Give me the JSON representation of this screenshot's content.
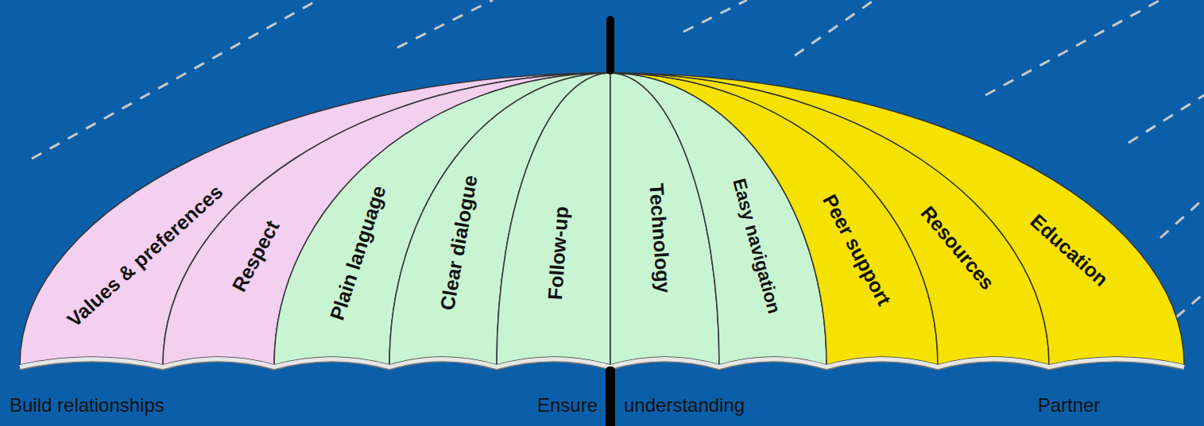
{
  "diagram": {
    "nodes": [
      {
        "text": [
          "Values & preferences"
        ]
      },
      {
        "text": [
          "Respect"
        ]
      },
      {
        "text": [
          "Plain language"
        ]
      },
      {
        "text": [
          "Clear dialogue"
        ]
      },
      {
        "text": [
          "Follow-up"
        ]
      },
      {
        "text": [
          "Technology"
        ]
      },
      {
        "text": [
          "Easy navigation"
        ]
      },
      {
        "text": [
          "Peer support"
        ]
      },
      {
        "text": [
          "Resources"
        ]
      },
      {
        "text": [
          "Education"
        ]
      }
    ],
    "labels": [
      "Build relationships",
      "Ensure",
      "understanding",
      "Partner"
    ]
  }
}
